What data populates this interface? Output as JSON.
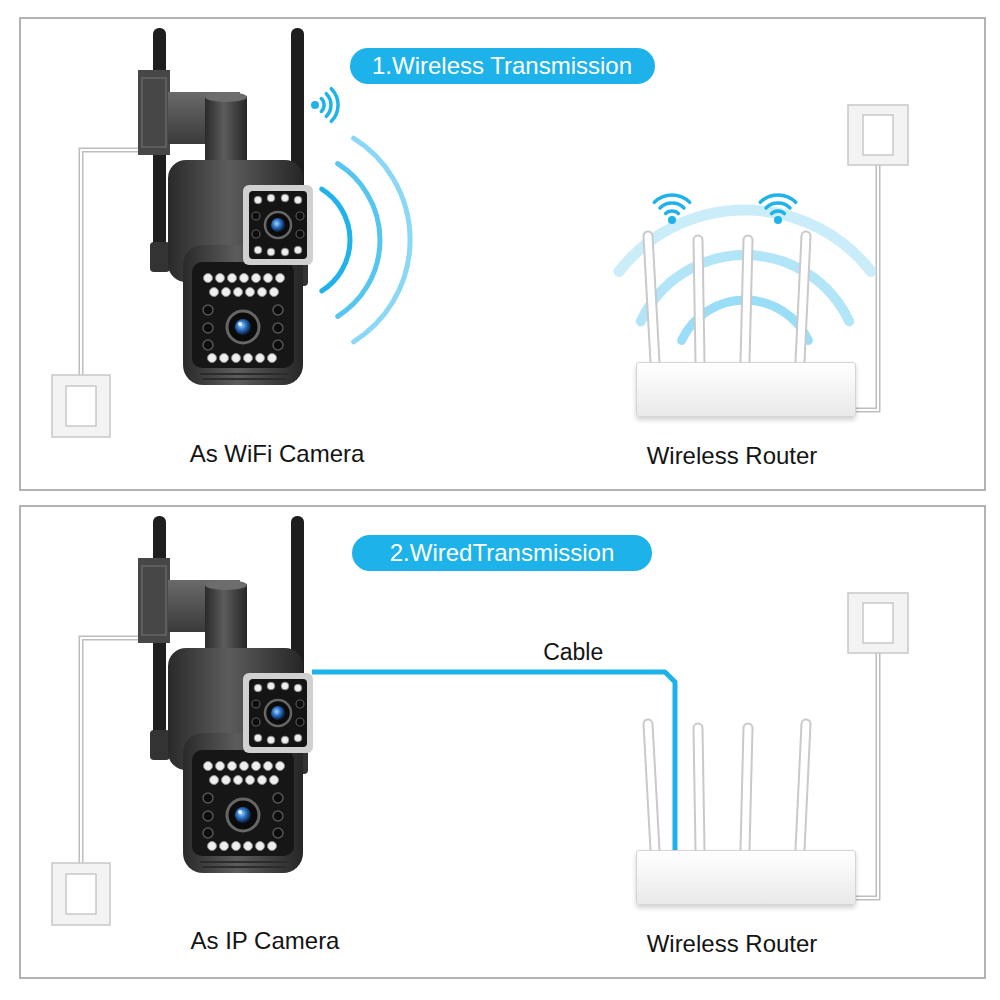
{
  "diagram": {
    "nodes": [
      {
        "text": [
          "1.Wireless Transmission"
        ]
      },
      {
        "text": [
          "As WiFi Camera"
        ]
      },
      {
        "text": [
          "Wireless Router"
        ]
      },
      {
        "text": [
          "2.WiredTransmission"
        ]
      },
      {
        "text": [
          "As IP Camera"
        ]
      },
      {
        "text": [
          "Wireless Router"
        ]
      }
    ],
    "edges": [
      {
        "from": 4,
        "to": 5,
        "label": "Cable",
        "arrow": "none"
      }
    ]
  }
}
